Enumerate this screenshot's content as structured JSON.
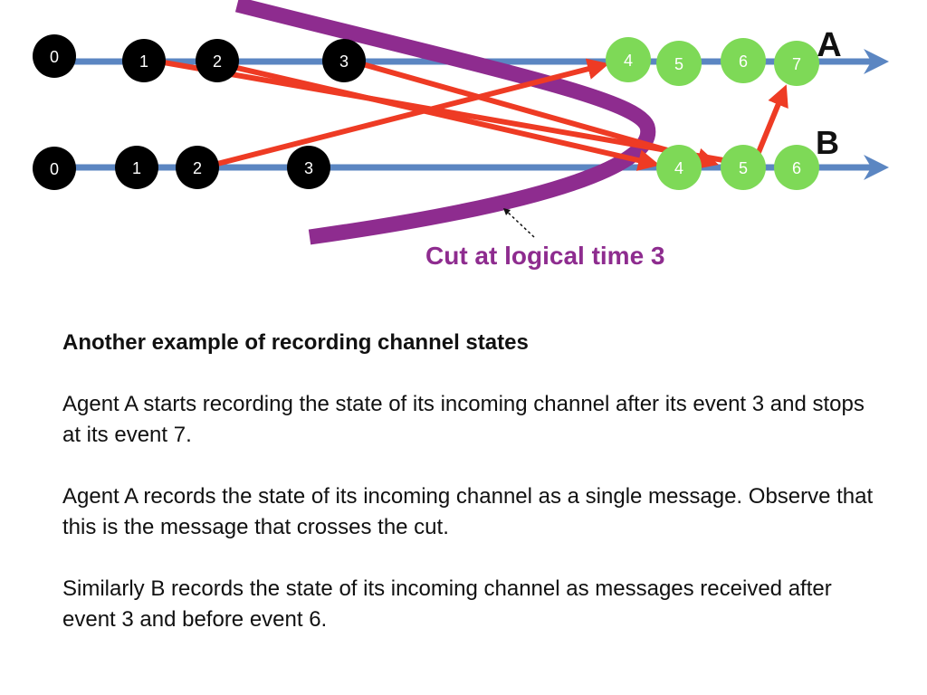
{
  "diagram": {
    "agents": [
      {
        "id": "A",
        "label": "A",
        "events": [
          {
            "label": "0",
            "color": "#000000"
          },
          {
            "label": "1",
            "color": "#000000"
          },
          {
            "label": "2",
            "color": "#000000"
          },
          {
            "label": "3",
            "color": "#000000"
          },
          {
            "label": "4",
            "color": "#7ed957"
          },
          {
            "label": "5",
            "color": "#7ed957"
          },
          {
            "label": "6",
            "color": "#7ed957"
          },
          {
            "label": "7",
            "color": "#7ed957"
          }
        ]
      },
      {
        "id": "B",
        "label": "B",
        "events": [
          {
            "label": "0",
            "color": "#000000"
          },
          {
            "label": "1",
            "color": "#000000"
          },
          {
            "label": "2",
            "color": "#000000"
          },
          {
            "label": "3",
            "color": "#000000"
          },
          {
            "label": "4",
            "color": "#7ed957"
          },
          {
            "label": "5",
            "color": "#7ed957"
          },
          {
            "label": "6",
            "color": "#7ed957"
          }
        ]
      }
    ],
    "messages": [
      {
        "from": "A1",
        "to": "B5"
      },
      {
        "from": "A2",
        "to": "B4"
      },
      {
        "from": "A3",
        "to": "B5"
      },
      {
        "from": "B2",
        "to": "A4"
      },
      {
        "from": "B5",
        "to": "A7"
      }
    ],
    "cut_caption": "Cut at logical time 3",
    "colors": {
      "timeline": "#5b86c2",
      "message": "#ee3b24",
      "cut": "#8e2c8f",
      "pre_cut_event": "#000000",
      "post_cut_event": "#7ed957"
    }
  },
  "text": {
    "heading": "Another example of recording channel states",
    "paragraphs": [
      "Agent A starts recording the state of its incoming channel after its event 3 and stops at its event 7.",
      "Agent A records the state of its incoming channel as a single message. Observe that this is the message that crosses the cut.",
      "Similarly B records the state of its incoming channel as messages received after event 3 and before event 6."
    ]
  }
}
